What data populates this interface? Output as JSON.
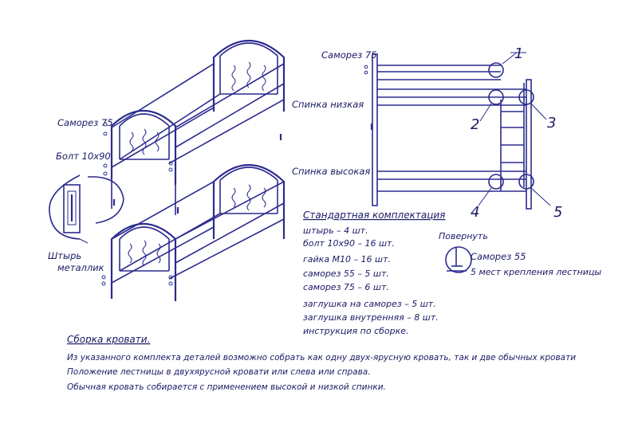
{
  "labels": {
    "screw75_left": "Саморез 75",
    "bolt": "Болт 10х90",
    "pin_metal_1": "Штырь",
    "pin_metal_2": "металлик",
    "screw75_top": "Саморез 75",
    "back_low": "Спинка низкая",
    "back_high": "Спинка высокая",
    "callouts": [
      "1",
      "2",
      "3",
      "4",
      "5"
    ]
  },
  "kit": {
    "title": "Стандартная комплектация",
    "items": [
      "штырь – 4 шт.",
      "болт 10х90 – 16 шт.",
      "гайка М10 – 16 шт.",
      "саморез 55 – 5 шт.",
      "саморез 75 – 6 шт.",
      "заглушка на саморез – 5 шт.",
      "заглушка внутренняя – 8 шт.",
      "инструкция по сборке."
    ]
  },
  "rotate": {
    "title": "Повернуть",
    "screw": "Саморез 55",
    "places": "5 мест крепления лестницы"
  },
  "assembly": {
    "title": "Сборка кровати.",
    "lines": [
      "Из указанного комплекта деталей возможно собрать как одну двух-ярусную кровать, так и две обычных кровати",
      "Положение лестницы в двухярусной кровати или слева или справа.",
      "Обычная кровать собирается с применением высокой и низкой спинки."
    ]
  }
}
